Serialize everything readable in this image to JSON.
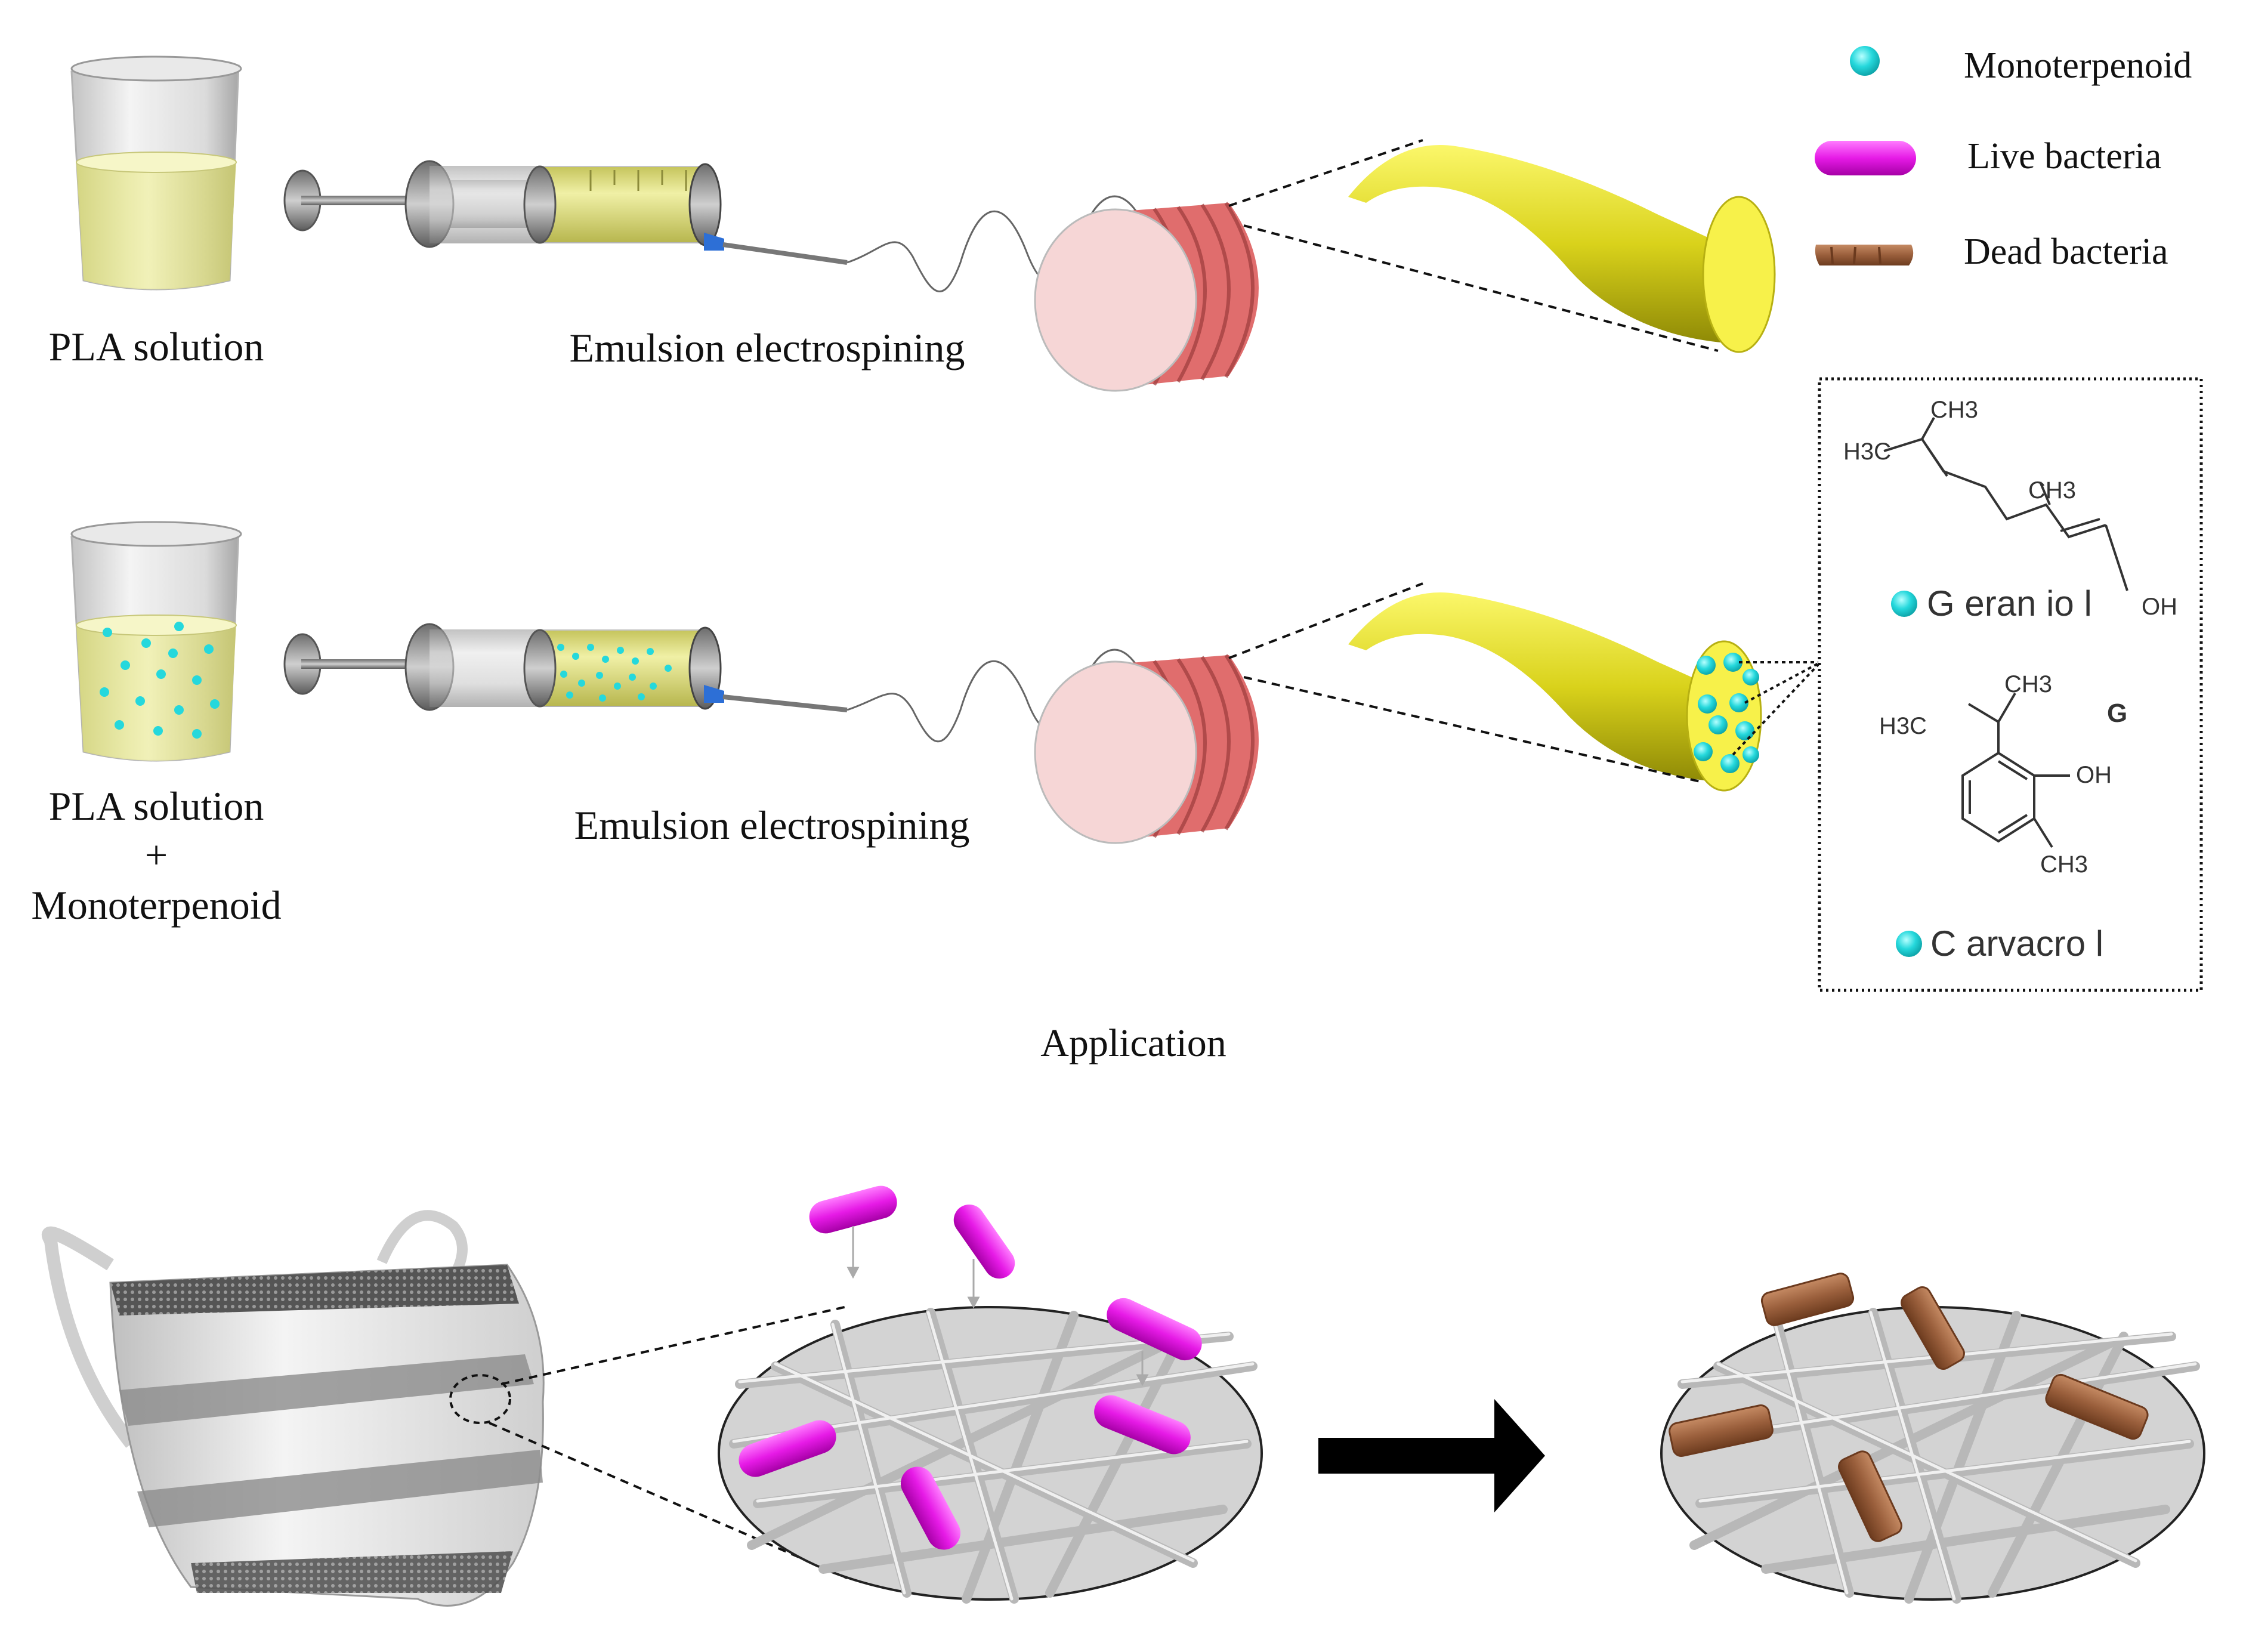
{
  "legend": {
    "items": [
      {
        "label": "Monoterpenoid",
        "icon": "cyan-dot-icon",
        "color": "#25d8dc"
      },
      {
        "label": "Live bacteria",
        "icon": "magenta-rod-icon",
        "color": "#e61ae6"
      },
      {
        "label": "Dead bacteria",
        "icon": "brown-rod-icon",
        "color": "#9a5f3c"
      }
    ]
  },
  "row1": {
    "beaker_label": "PLA solution",
    "process_label": "Emulsion electrospining"
  },
  "row2": {
    "beaker_label_line1": "PLA solution",
    "beaker_label_line2": "+",
    "beaker_label_line3": "Monoterpenoid",
    "process_label": "Emulsion electrospining"
  },
  "structures": {
    "geraniol": {
      "name": "G eran io l",
      "ch3_top": "CH3",
      "h3c": "H3C",
      "ch3_mid": "CH3",
      "oh": "OH"
    },
    "carvacrol": {
      "name": "C arvacro l",
      "ch3_top": "CH3",
      "h3c": "H3C",
      "oh": "OH",
      "ch3_bottom": "CH3",
      "cut_text": "G"
    }
  },
  "application": {
    "title": "Application"
  },
  "colors": {
    "solution": "#e9ec9b",
    "fiber": "#d6cf18",
    "collector": "#f6d6d6",
    "collector_band": "#e27a7a",
    "membrane": "#cfcfcf",
    "arrow": "#000000"
  }
}
